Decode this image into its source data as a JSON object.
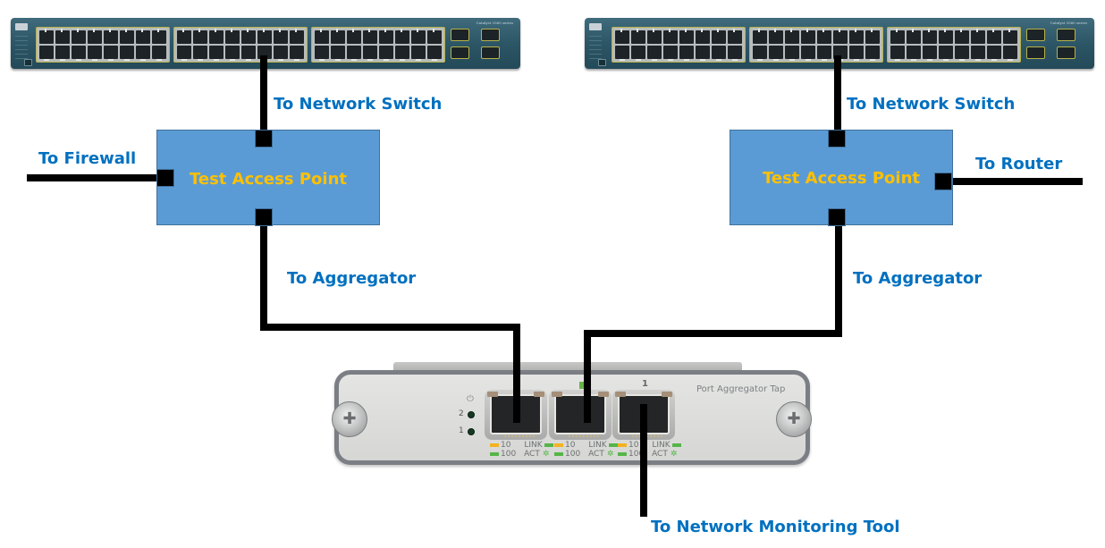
{
  "diagram": {
    "title": "Port Aggregator Tap network diagram",
    "colors": {
      "label_text": "#0070c0",
      "tap_fill": "#5b9bd5",
      "tap_title": "#ffc000",
      "wire": "#000000",
      "switch_body": "#2b5464"
    },
    "switches": [
      {
        "id": "switch-left",
        "model": "Catalyst 3560 series"
      },
      {
        "id": "switch-right",
        "model": "Catalyst 3560 series"
      }
    ],
    "taps": [
      {
        "id": "tap-left",
        "title": "Test Access Point"
      },
      {
        "id": "tap-right",
        "title": "Test Access Point"
      }
    ],
    "labels": {
      "left_switch": "To Network Switch",
      "right_switch": "To Network Switch",
      "firewall": "To Firewall",
      "router": "To Router",
      "left_aggregator": "To Aggregator",
      "right_aggregator": "To Aggregator",
      "monitoring": "To Network Monitoring Tool"
    },
    "aggregator": {
      "title": "Port Aggregator Tap",
      "power_symbol": "⏻",
      "status_leds": [
        "2",
        "1"
      ],
      "ports": [
        {
          "id": "A",
          "label": ""
        },
        {
          "id": "B",
          "label": ""
        },
        {
          "id": "1",
          "label": "1"
        }
      ],
      "port_legend": {
        "speed_10": "10",
        "speed_100": "100",
        "link": "LINK",
        "act": "ACT"
      }
    }
  }
}
